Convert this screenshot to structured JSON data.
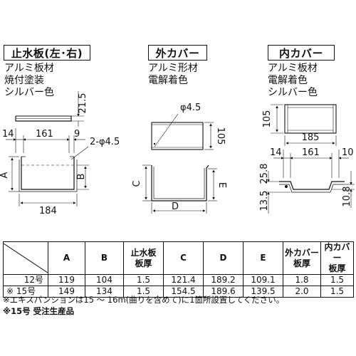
{
  "panels": {
    "left": {
      "title": "止水板(左･右)",
      "spec": [
        "アルミ板材",
        "焼付塗装",
        "シルバー色"
      ],
      "dims": {
        "height": "21.5",
        "w1": "14",
        "w2": "161",
        "w3": "9",
        "hole": "2-φ4.5",
        "a": "A",
        "b": "B",
        "w_total": "184"
      }
    },
    "center": {
      "title": "外カバー",
      "spec": [
        "アルミ形材",
        "電解着色"
      ],
      "dims": {
        "hole": "φ4.5",
        "height": "105",
        "c": "C",
        "e": "E",
        "d": "D"
      }
    },
    "right": {
      "title": "内カバー",
      "spec": [
        "アルミ板材",
        "電解着色",
        "シルバー色"
      ],
      "dims": {
        "height": "105",
        "width": "185",
        "w1": "14",
        "w2": "161",
        "w3": "10",
        "h1": "25.8",
        "h2": "13.5",
        "h3": "10.8"
      }
    }
  },
  "table": {
    "headers": [
      "A",
      "B",
      "止水板\n板厚",
      "C",
      "D",
      "E",
      "外カバー\n板厚",
      "内カバー\n板厚"
    ],
    "rows": [
      {
        "label": "12号",
        "values": [
          "119",
          "104",
          "1.5",
          "121.4",
          "189.2",
          "109.1",
          "1.8",
          "1.5"
        ]
      },
      {
        "label": "※ 15号",
        "values": [
          "149",
          "134",
          "1.5",
          "154.5",
          "189.6",
          "139.5",
          "2.0",
          "1.5"
        ]
      }
    ]
  },
  "notes": [
    "※エキスパンションは15 ～ 16m(曲りを含めて)に1箇所設置してください。",
    "※15号 受注生産品"
  ]
}
